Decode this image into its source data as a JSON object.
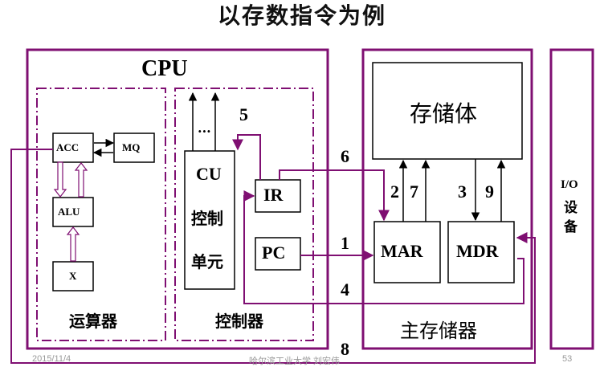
{
  "title": "以存数指令为例",
  "cpu": {
    "label": "CPU",
    "alu_unit": {
      "acc": "ACC",
      "mq": "MQ",
      "alu": "ALU",
      "x": "X",
      "caption": "运算器"
    },
    "control_unit": {
      "cu_line1": "CU",
      "cu_line2": "控制",
      "cu_line3": "单元",
      "ir": "IR",
      "pc": "PC",
      "caption": "控制器",
      "dots": "..."
    }
  },
  "memory": {
    "bank": "存储体",
    "mar": "MAR",
    "mdr": "MDR",
    "caption": "主存储器"
  },
  "io": {
    "line1": "I/O",
    "line2": "设",
    "line3": "备"
  },
  "steps": {
    "s1": "1",
    "s2": "2",
    "s3": "3",
    "s4": "4",
    "s5": "5",
    "s6": "6",
    "s7": "7",
    "s8": "8",
    "s9": "9"
  },
  "colors": {
    "border": "#7f0f72",
    "path": "#7f0f72",
    "box": "#000000"
  },
  "footer": {
    "date": "2015/11/4",
    "author": "哈尔滨工业大学 刘宏伟",
    "page": "53"
  }
}
